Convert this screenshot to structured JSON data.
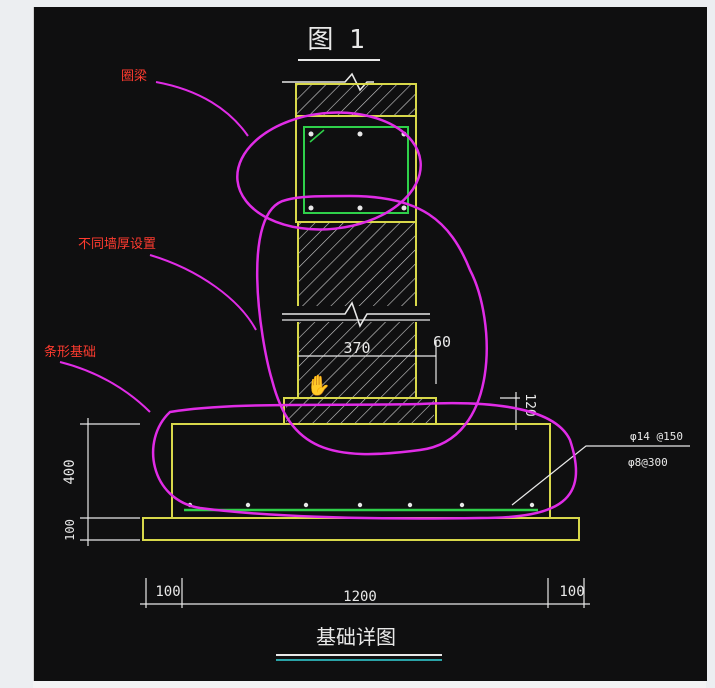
{
  "drawing": {
    "top_title": "图 1",
    "bottom_title": "基础详图",
    "dims": {
      "wall_thickness": "370",
      "step_width": "60",
      "step_height": "120",
      "footing_height": "400",
      "base_height": "100",
      "left_offset": "100",
      "footing_width": "1200",
      "right_offset": "100"
    },
    "rebar": {
      "top_bars": "φ14 @150",
      "bottom_bars": "φ8@300"
    }
  },
  "annotations": {
    "ring_beam": "圈梁",
    "wall_thickness_setting": "不同墙厚设置",
    "strip_foundation": "条形基础"
  },
  "colors": {
    "background": "#0f0f10",
    "outline": "#d8d84a",
    "rebar": "#2fd04a",
    "hatch": "#cfcfcf",
    "annotation_stroke": "#e02ce6",
    "annotation_text": "#ff3b2f"
  }
}
